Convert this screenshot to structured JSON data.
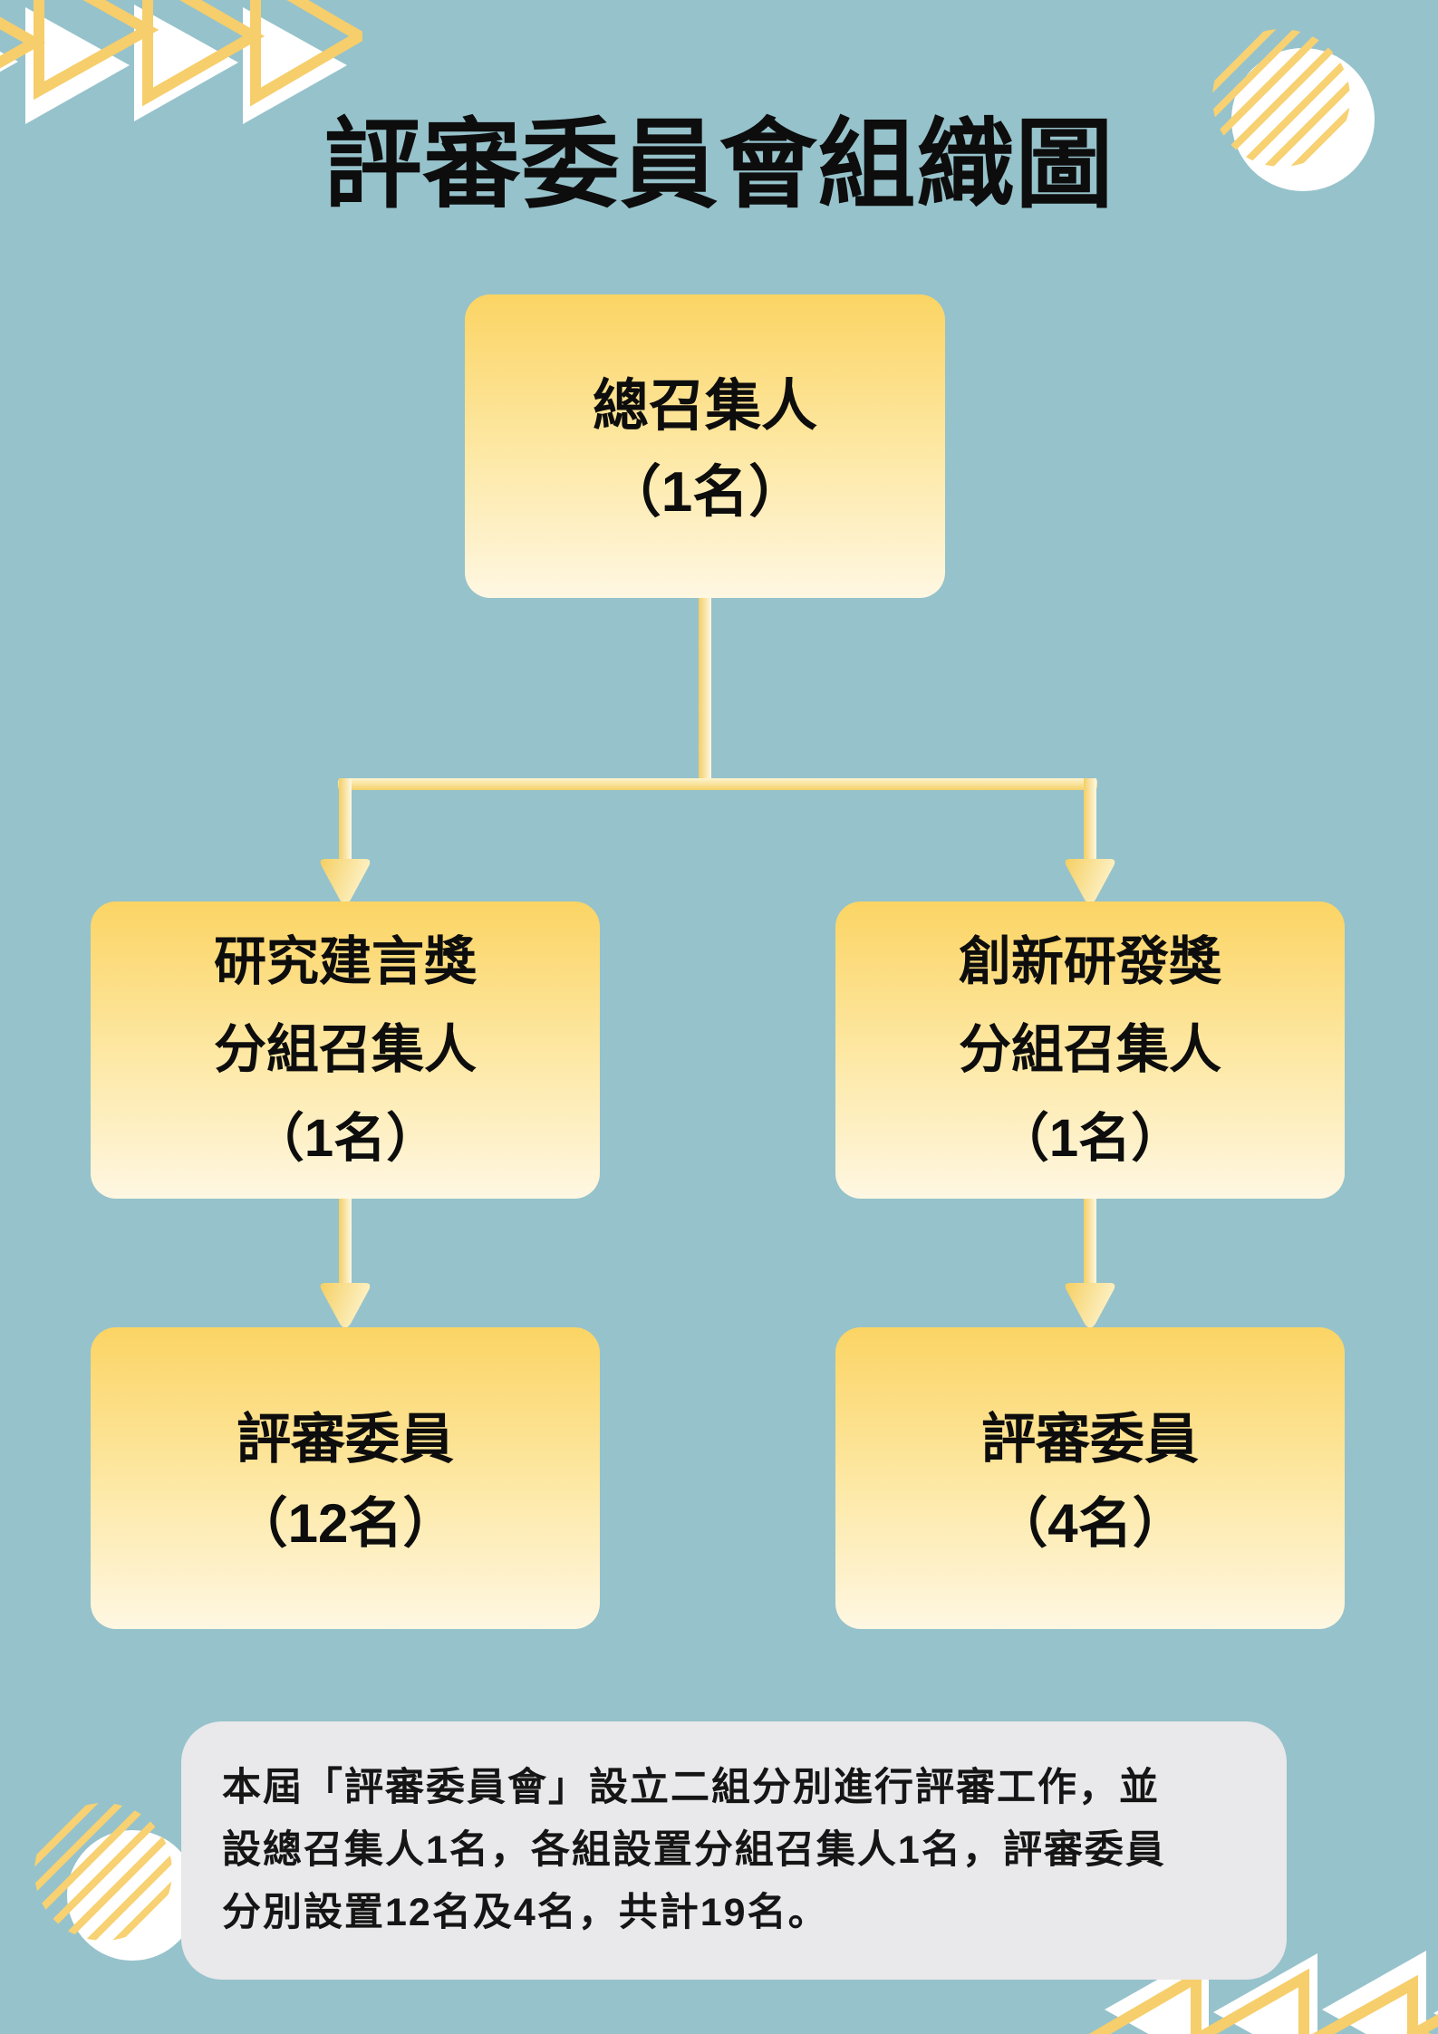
{
  "page": {
    "title": "評審委員會組織圖"
  },
  "org_chart": {
    "root": {
      "name": "總召集人",
      "count": "（1名）"
    },
    "branches": [
      {
        "award": "研究建言獎",
        "role": "分組召集人",
        "count": "（1名）",
        "members": {
          "name": "評審委員",
          "count": "（12名）"
        }
      },
      {
        "award": "創新研發獎",
        "role": "分組召集人",
        "count": "（1名）",
        "members": {
          "name": "評審委員",
          "count": "（4名）"
        }
      }
    ]
  },
  "note": {
    "lines": [
      "本屆「評審委員會」設立二組分別進行評審工作，並",
      "設總召集人1名，各組設置分組召集人1名，評審委員",
      "分別設置12名及4名，共計19名。"
    ]
  },
  "colors": {
    "background": "#96C2CB",
    "box_gradient_top": "#FBD464",
    "box_gradient_bottom": "#FEF7E2",
    "connector_light": "#FEF8E3",
    "connector_gold": "#F4CF66",
    "note_background": "#E9E8EA",
    "decoration_yellow": "#F6CE6B",
    "text": "#0D0D0D"
  }
}
